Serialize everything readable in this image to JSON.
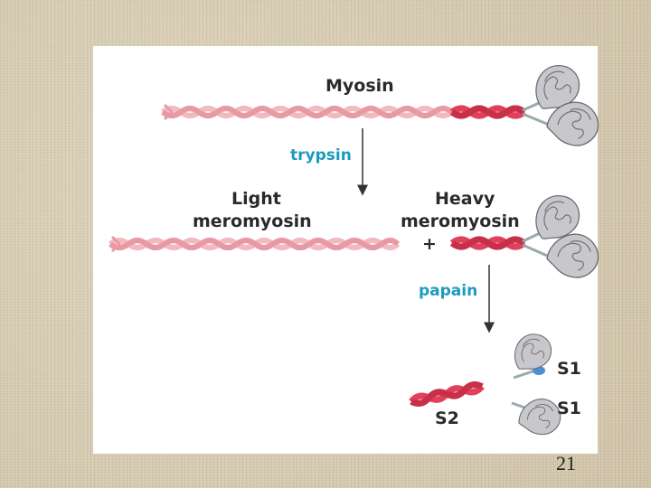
{
  "labels": {
    "myosin": "Myosin",
    "trypsin": "trypsin",
    "light_1": "Light",
    "light_2": "meromyosin",
    "heavy_1": "Heavy",
    "heavy_2": "meromyosin",
    "plus": "+",
    "papain": "papain",
    "s1_top": "S1",
    "s1_bottom": "S1",
    "s2": "S2"
  },
  "page_number": "21",
  "colors": {
    "light_chain": "#f2b9bf",
    "heavy_chain": "#e0405a",
    "head": "#c8c8cc",
    "light_chain_bead": "#4a90d0",
    "enzyme_text": "#1b9bc0",
    "arrow": "#333333"
  }
}
